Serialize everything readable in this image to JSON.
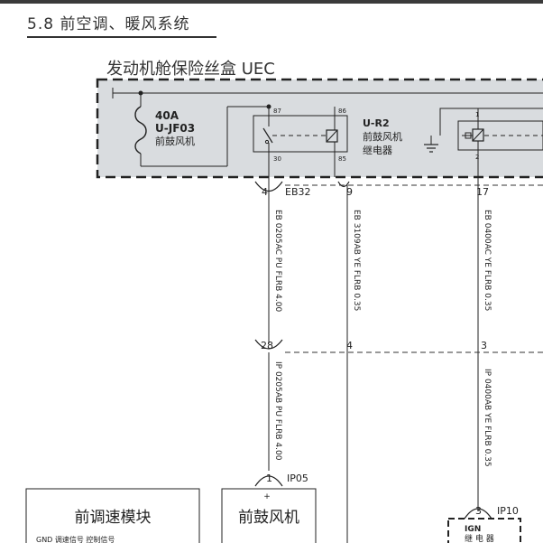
{
  "section_title": "5.8 前空调、暖风系统",
  "fusebox_title": "发动机舱保险丝盒 UEC",
  "fuse": {
    "rating": "40A",
    "id": "U-JF03",
    "name": "前鼓风机"
  },
  "relay": {
    "id": "U-R2",
    "name_line1": "前鼓风机",
    "name_line2": "继电器",
    "pin_87": "87",
    "pin_86": "86",
    "pin_30": "30",
    "pin_85": "85"
  },
  "relay2": {
    "pin_top": "1",
    "pin_bottom": "2"
  },
  "connectors": {
    "eb32_pin": "4",
    "eb32_name": "EB32",
    "pin_9": "9",
    "pin_17": "17",
    "pin_28": "28",
    "pin_4": "4",
    "pin_3": "3",
    "ip05_pin": "1",
    "ip05_name": "IP05",
    "ip10_pin": "3",
    "ip10_name": "IP10"
  },
  "wires": {
    "eb0205": "EB 0205AC PU FLRB 4.00",
    "eb3109": "EB 3109AB YE FLRB 0.35",
    "eb0400": "EB 0400AC YE FLRB 0.35",
    "ip0205": "IP 0205AB PU FLRB 4.00",
    "ip0400": "IP 0400AB YE FLRB 0.35"
  },
  "modules": {
    "speed_module": "前调速模块",
    "speed_module_sub": "GND   调速信号  控制信号",
    "blower": "前鼓风机",
    "blower_plus": "+",
    "ign_title": "IGN",
    "ign_sub": "继 电 器"
  },
  "colors": {
    "fusebox_fill": "#d9dcdf",
    "line": "#222222",
    "dash": "#333333"
  }
}
